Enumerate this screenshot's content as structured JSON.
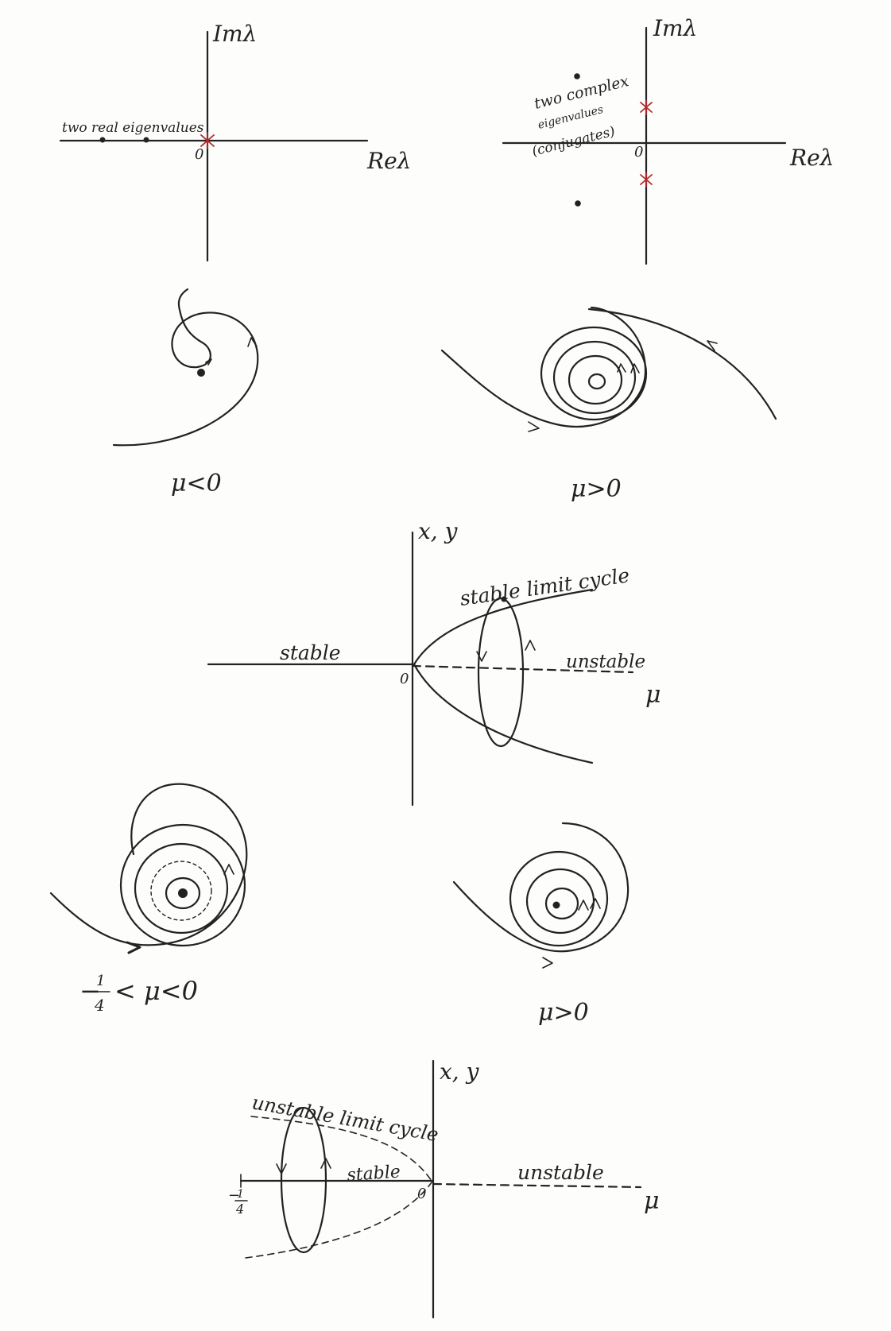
{
  "panel1": {
    "im_label": "Imλ",
    "re_label": "Reλ",
    "origin": "0",
    "note": "two real eigenvalues"
  },
  "panel2": {
    "im_label": "Imλ",
    "re_label": "Reλ",
    "origin": "0",
    "note_line1": "two complex",
    "note_line2": "eigenvalues",
    "note_line3": "(conjugates)"
  },
  "phase1": {
    "left_label": "μ<0",
    "right_label": "μ>0"
  },
  "bifurcation1": {
    "y_label": "x, y",
    "x_label": "μ",
    "origin": "0",
    "stable_label": "stable",
    "unstable_label": "unstable",
    "cycle_label": "stable limit cycle"
  },
  "phase2": {
    "left_prefix": "−",
    "left_num": "1",
    "left_den": "4",
    "left_rest": "< μ<0",
    "right_label": "μ>0"
  },
  "bifurcation2": {
    "y_label": "x, y",
    "x_label": "μ",
    "origin": "0",
    "tick_num": "1",
    "tick_den": "4",
    "tick_sign": "−",
    "stable_label": "stable",
    "unstable_label": "unstable",
    "cycle_label": "unstable limit cycle"
  },
  "colors": {
    "ink": "#222222",
    "marker": "#b02a2a",
    "paper": "#fdfdfb"
  }
}
